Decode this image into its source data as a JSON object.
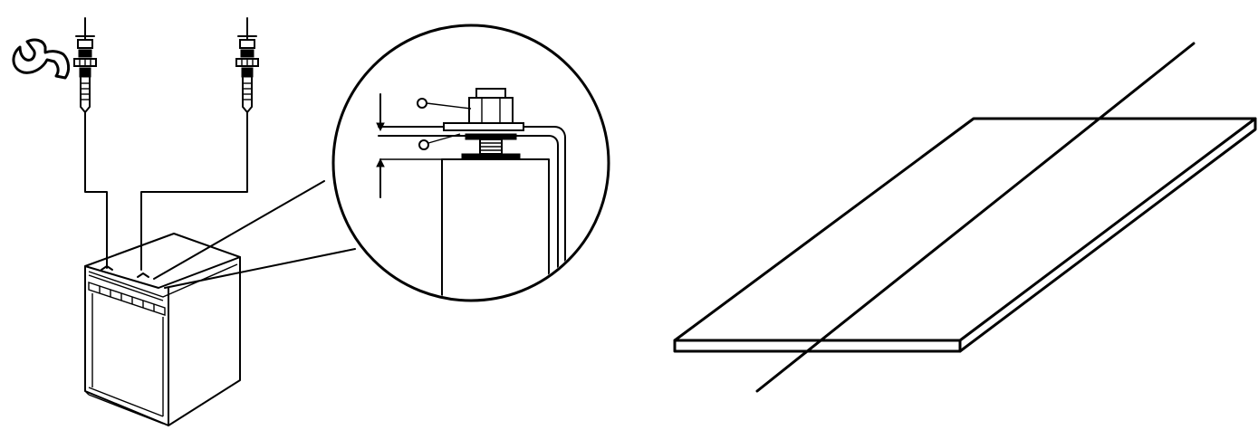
{
  "figure": {
    "left_panel": "cabinet-mounting",
    "right_panel": "countertop-panel"
  },
  "callouts": {
    "marker_a": "",
    "marker_b": ""
  },
  "colors": {
    "stroke": "#000000",
    "background": "#ffffff"
  },
  "icons": [
    "wrench-icon",
    "screw-icon",
    "appliance-cabinet",
    "detail-magnifier-circle",
    "countertop-slab"
  ]
}
